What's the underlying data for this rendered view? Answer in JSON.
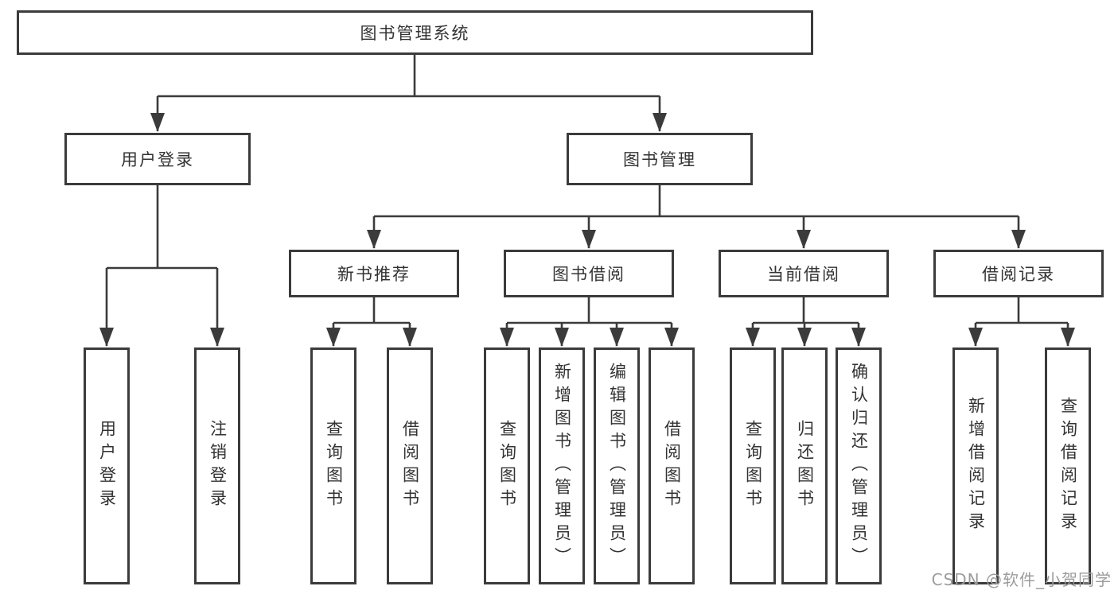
{
  "diagram": {
    "title": "图书管理系统",
    "type": "hierarchy-tree",
    "colors": {
      "line": "#3b3b3b",
      "text": "#333333",
      "watermark": "#9c9c9c",
      "background": "#ffffff"
    },
    "nodes": {
      "root": "图书管理系统",
      "user_login_group": "用户登录",
      "book_management": "图书管理",
      "user_login": "用户登录",
      "logout_login": "注销登录",
      "new_book_recommend": "新书推荐",
      "book_borrow": "图书借阅",
      "current_borrow": "当前借阅",
      "borrow_records": "借阅记录",
      "nb_query_books": "查询图书",
      "nb_borrow_books": "借阅图书",
      "bb_query_books": "查询图书",
      "bb_add_books": "新增图书（管理员）",
      "bb_edit_books": "编辑图书（管理员）",
      "bb_borrow_books": "借阅图书",
      "cb_query_books": "查询图书",
      "cb_return_books": "归还图书",
      "cb_confirm_return": "确认归还（管理员）",
      "br_add_record": "新增借阅记录",
      "br_query_record": "查询借阅记录"
    },
    "hierarchy": {
      "图书管理系统": {
        "用户登录": [
          "用户登录",
          "注销登录"
        ],
        "图书管理": {
          "新书推荐": [
            "查询图书",
            "借阅图书"
          ],
          "图书借阅": [
            "查询图书",
            "新增图书（管理员）",
            "编辑图书（管理员）",
            "借阅图书"
          ],
          "当前借阅": [
            "查询图书",
            "归还图书",
            "确认归还（管理员）"
          ],
          "借阅记录": [
            "新增借阅记录",
            "查询借阅记录"
          ]
        }
      }
    },
    "watermark": "CSDN @软件_小贺同学"
  }
}
